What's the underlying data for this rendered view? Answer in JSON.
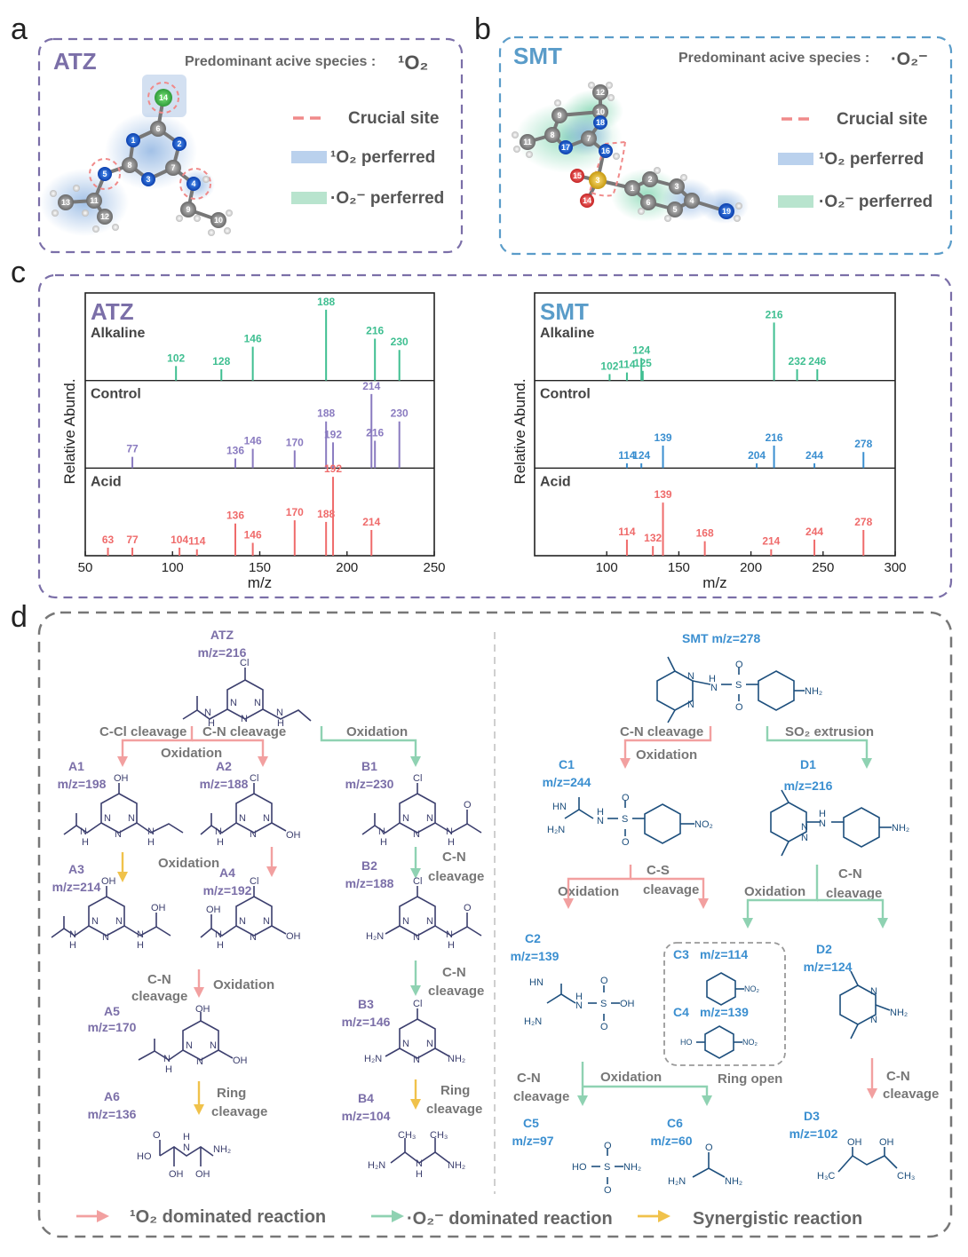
{
  "colors": {
    "atz": "#7b6fa8",
    "smt": "#5a9cc9",
    "o2_singlet": "#f08a8a",
    "superoxide": "#7cc9a5",
    "synergistic": "#f0c24b",
    "acid": "#ef6b6b",
    "alk": "#3fbf91",
    "ctrl_atz": "#8a7bc0",
    "ctrl_smt": "#3b8fd0"
  },
  "panel_a": {
    "letter": "a",
    "title": "ATZ",
    "species_label": "Predominant acive species :",
    "species": "¹O₂",
    "legend": {
      "crucial": "Crucial site",
      "o2": "¹O₂  perferred",
      "sup": "·O₂⁻  perferred"
    },
    "atoms": [
      "14",
      "6",
      "1",
      "2",
      "8",
      "7",
      "3",
      "5",
      "4",
      "11",
      "13",
      "12",
      "9",
      "10"
    ]
  },
  "panel_b": {
    "letter": "b",
    "title": "SMT",
    "species_label": "Predominant acive species :",
    "species": "·O₂⁻",
    "legend": {
      "crucial": "Crucial site",
      "o2": "¹O₂  perferred",
      "sup": "·O₂⁻  perferred"
    },
    "atoms": [
      "12",
      "10",
      "9",
      "18",
      "11",
      "8",
      "7",
      "17",
      "16",
      "15",
      "3",
      "14",
      "2",
      "1",
      "6",
      "5",
      "3",
      "4",
      "19"
    ]
  },
  "panel_c": {
    "letter": "c",
    "ylabel": "Relative Abund.",
    "xlabel": "m/z"
  },
  "chart_data": [
    {
      "type": "bar",
      "title": "ATZ",
      "xlabel": "m/z",
      "ylabel": "Relative Abund.",
      "xlim": [
        50,
        250
      ],
      "xticks": [
        50,
        100,
        150,
        200,
        250
      ],
      "series": [
        {
          "name": "Alkaline",
          "peaks": [
            {
              "x": 102,
              "h": 0.18
            },
            {
              "x": 128,
              "h": 0.14
            },
            {
              "x": 146,
              "h": 0.42
            },
            {
              "x": 188,
              "h": 0.88
            },
            {
              "x": 216,
              "h": 0.52
            },
            {
              "x": 230,
              "h": 0.38
            }
          ]
        },
        {
          "name": "Control",
          "peaks": [
            {
              "x": 77,
              "h": 0.14
            },
            {
              "x": 136,
              "h": 0.12
            },
            {
              "x": 146,
              "h": 0.24
            },
            {
              "x": 170,
              "h": 0.22
            },
            {
              "x": 188,
              "h": 0.58
            },
            {
              "x": 192,
              "h": 0.32
            },
            {
              "x": 214,
              "h": 0.92
            },
            {
              "x": 216,
              "h": 0.34
            },
            {
              "x": 230,
              "h": 0.58
            }
          ]
        },
        {
          "name": "Acid",
          "peaks": [
            {
              "x": 63,
              "h": 0.1
            },
            {
              "x": 77,
              "h": 0.1
            },
            {
              "x": 104,
              "h": 0.1
            },
            {
              "x": 114,
              "h": 0.08
            },
            {
              "x": 136,
              "h": 0.4
            },
            {
              "x": 146,
              "h": 0.16
            },
            {
              "x": 170,
              "h": 0.44
            },
            {
              "x": 188,
              "h": 0.42
            },
            {
              "x": 192,
              "h": 0.98
            },
            {
              "x": 214,
              "h": 0.32
            }
          ]
        }
      ]
    },
    {
      "type": "bar",
      "title": "SMT",
      "xlabel": "m/z",
      "ylabel": "Relative Abund.",
      "xlim": [
        50,
        300
      ],
      "xticks": [
        100,
        150,
        200,
        250,
        300
      ],
      "series": [
        {
          "name": "Alkaline",
          "peaks": [
            {
              "x": 102,
              "h": 0.08
            },
            {
              "x": 114,
              "h": 0.1
            },
            {
              "x": 124,
              "h": 0.28
            },
            {
              "x": 125,
              "h": 0.12
            },
            {
              "x": 216,
              "h": 0.72
            },
            {
              "x": 232,
              "h": 0.14
            },
            {
              "x": 246,
              "h": 0.14
            }
          ]
        },
        {
          "name": "Control",
          "peaks": [
            {
              "x": 114,
              "h": 0.06
            },
            {
              "x": 124,
              "h": 0.06
            },
            {
              "x": 139,
              "h": 0.28
            },
            {
              "x": 204,
              "h": 0.06
            },
            {
              "x": 216,
              "h": 0.28
            },
            {
              "x": 244,
              "h": 0.06
            },
            {
              "x": 278,
              "h": 0.2
            }
          ]
        },
        {
          "name": "Acid",
          "peaks": [
            {
              "x": 114,
              "h": 0.2
            },
            {
              "x": 132,
              "h": 0.12
            },
            {
              "x": 139,
              "h": 0.66
            },
            {
              "x": 168,
              "h": 0.18
            },
            {
              "x": 214,
              "h": 0.08
            },
            {
              "x": 244,
              "h": 0.2
            },
            {
              "x": 278,
              "h": 0.32
            }
          ]
        }
      ]
    }
  ],
  "panel_d": {
    "letter": "d",
    "atz": {
      "name": "ATZ",
      "mz": "m/z=216"
    },
    "A1": {
      "name": "A1",
      "mz": "m/z=198"
    },
    "A2": {
      "name": "A2",
      "mz": "m/z=188"
    },
    "A3": {
      "name": "A3",
      "mz": "m/z=214"
    },
    "A4": {
      "name": "A4",
      "mz": "m/z=192"
    },
    "A5": {
      "name": "A5",
      "mz": "m/z=170"
    },
    "A6": {
      "name": "A6",
      "mz": "m/z=136"
    },
    "B1": {
      "name": "B1",
      "mz": "m/z=230"
    },
    "B2": {
      "name": "B2",
      "mz": "m/z=188"
    },
    "B3": {
      "name": "B3",
      "mz": "m/z=146"
    },
    "B4": {
      "name": "B4",
      "mz": "m/z=104"
    },
    "smt": {
      "name": "SMT  m/z=278"
    },
    "C1": {
      "name": "C1",
      "mz": "m/z=244"
    },
    "C2": {
      "name": "C2",
      "mz": "m/z=139"
    },
    "C3": {
      "name": "C3",
      "mz": "m/z=114"
    },
    "C4": {
      "name": "C4",
      "mz": "m/z=139"
    },
    "C5": {
      "name": "C5",
      "mz": "m/z=97"
    },
    "C6": {
      "name": "C6",
      "mz": "m/z=60"
    },
    "D1": {
      "name": "D1",
      "mz": "m/z=216"
    },
    "D2": {
      "name": "D2",
      "mz": "m/z=124"
    },
    "D3": {
      "name": "D3",
      "mz": "m/z=102"
    },
    "rx": {
      "ccl": "C-Cl cleavage",
      "cn": "C-N cleavage",
      "ox": "Oxidation",
      "cn1": "C-N",
      "cn2": "cleavage",
      "ring1": "Ring",
      "ring2": "cleavage",
      "so2": "SO₂ extrusion",
      "cs1": "C-S",
      "cs2": "cleavage",
      "ringopen": "Ring open"
    },
    "legend": {
      "o2": "¹O₂ dominated reaction",
      "sup": "·O₂⁻  dominated reaction",
      "syn": "Synergistic reaction"
    }
  }
}
